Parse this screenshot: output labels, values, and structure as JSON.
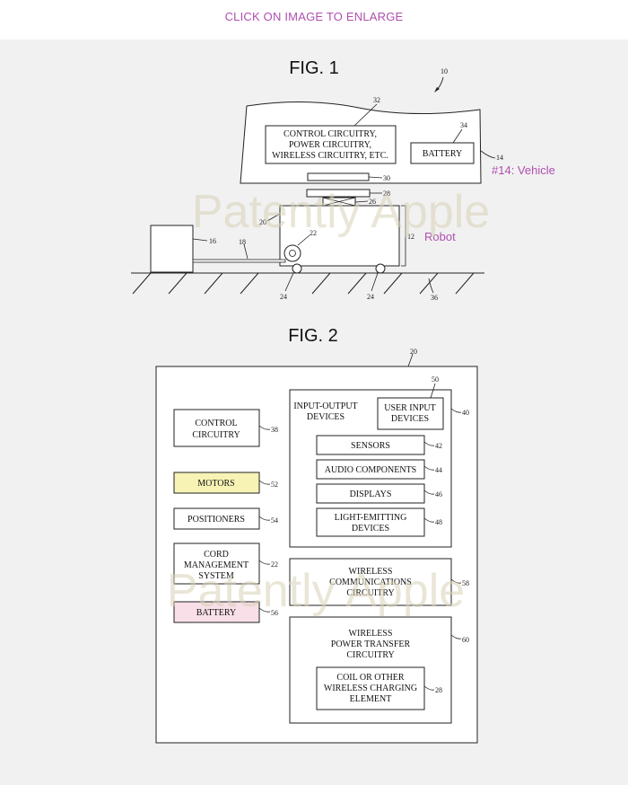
{
  "header": {
    "link_text": "CLICK ON IMAGE TO ENLARGE"
  },
  "figure1": {
    "title": "FIG. 1",
    "vehicle_box_lines": [
      "CONTROL CIRCUITRY,",
      "POWER CIRCUITRY,",
      "WIRELESS CIRCUITRY, ETC."
    ],
    "battery_label": "BATTERY",
    "refs": {
      "r10": "10",
      "r32": "32",
      "r34": "34",
      "r14": "14",
      "r30": "30",
      "r28": "28",
      "r26": "26",
      "r20": "20",
      "r12": "12",
      "r16": "16",
      "r18": "18",
      "r22": "22",
      "r24a": "24",
      "r24b": "24",
      "r36": "36"
    },
    "annotation_vehicle": "#14: Vehicle",
    "annotation_robot": "Robot"
  },
  "figure2": {
    "title": "FIG. 2",
    "refs": {
      "r20": "20",
      "r50": "50",
      "r40": "40",
      "r38": "38",
      "r42": "42",
      "r44": "44",
      "r46": "46",
      "r48": "48",
      "r52": "52",
      "r54": "54",
      "r22": "22",
      "r56": "56",
      "r58": "58",
      "r60": "60",
      "r28": "28"
    },
    "control_lines": [
      "CONTROL",
      "CIRCUITRY"
    ],
    "motors": "MOTORS",
    "positioners": "POSITIONERS",
    "cord_lines": [
      "CORD",
      "MANAGEMENT",
      "SYSTEM"
    ],
    "battery": "BATTERY",
    "io_lines": [
      "INPUT-OUTPUT",
      "DEVICES"
    ],
    "user_input_lines": [
      "USER INPUT",
      "DEVICES"
    ],
    "sensors": "SENSORS",
    "audio": "AUDIO COMPONENTS",
    "displays": "DISPLAYS",
    "light_lines": [
      "LIGHT-EMITTING",
      "DEVICES"
    ],
    "wireless_comm_lines": [
      "WIRELESS",
      "COMMUNICATIONS",
      "CIRCUITRY"
    ],
    "wpt_lines": [
      "WIRELESS",
      "POWER TRANSFER",
      "CIRCUITRY"
    ],
    "coil_lines": [
      "COIL OR OTHER",
      "WIRELESS CHARGING",
      "ELEMENT"
    ]
  },
  "watermark": "Patently Apple",
  "colors": {
    "motors_fill": "#f7f3b5",
    "battery_fill": "#f9dfe8",
    "annotation": "#b04fb0"
  }
}
